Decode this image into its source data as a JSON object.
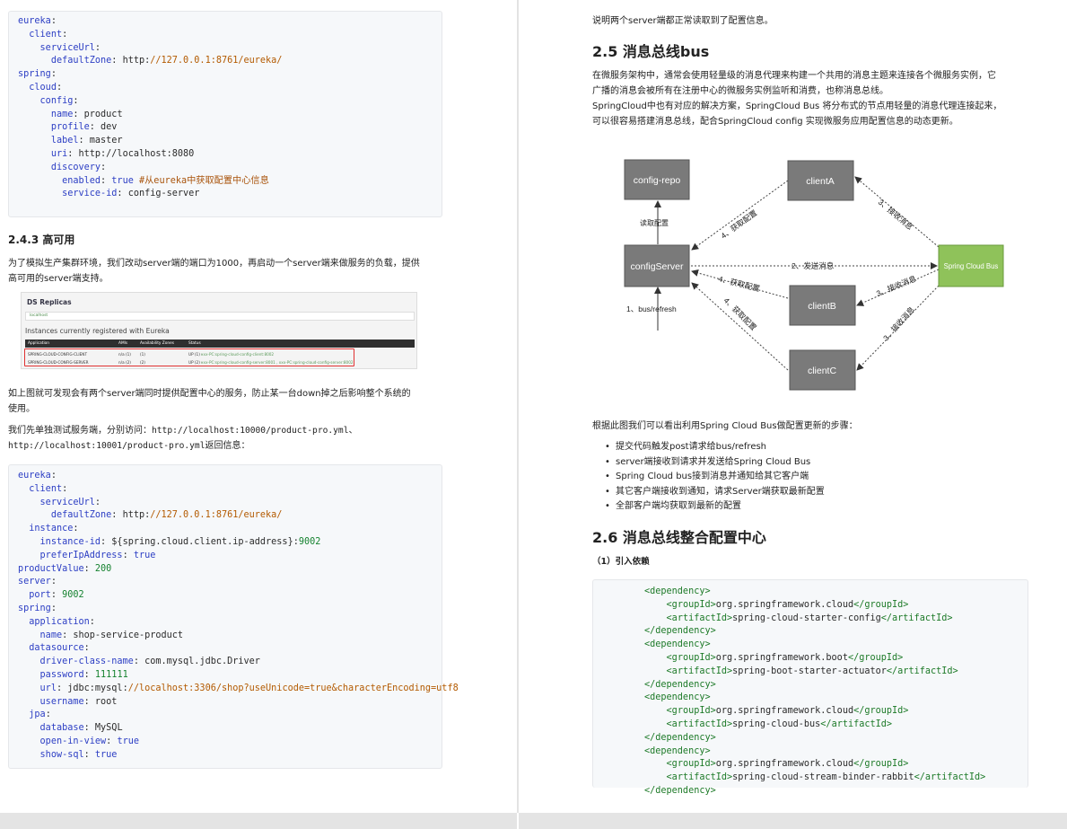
{
  "left": {
    "code1": [
      "eureka:",
      "  client:",
      "    serviceUrl:",
      "      defaultZone: http://127.0.0.1:8761/eureka/",
      "spring:",
      "  cloud:",
      "    config:",
      "      name: product",
      "      profile: dev",
      "      label: master",
      "      uri: http://localhost:8080",
      "      discovery:",
      "        enabled: true #从eureka中获取配置中心信息",
      "        service-id: config-server"
    ],
    "heading_243": "2.4.3 高可用",
    "para1_l1": "为了模拟生产集群环境，我们改动server端的端口为1000，再启动一个server端来做服务的负载，提供",
    "para1_l2": "高可用的server端支持。",
    "eureka_shot": {
      "title": "DS Replicas",
      "host": "localhost",
      "subtitle": "Instances currently registered with Eureka",
      "col_application": "Application",
      "col_amis": "AMIs",
      "col_zones": "Availability Zones",
      "col_status": "Status",
      "rows": [
        {
          "app": "SPRING-CLOUD-CONFIG-CLIENT",
          "amis": "n/a (1)",
          "zones": "(1)",
          "status": "UP (1) - ",
          "link": "xxx-PC:spring-cloud-config-client:8002"
        },
        {
          "app": "SPRING-CLOUD-CONFIG-SERVER",
          "amis": "n/a (2)",
          "zones": "(2)",
          "status": "UP (2) - ",
          "link": "xxx-PC:spring-cloud-config-server:8001 , xxx-PC:spring-cloud-config-server:8002"
        }
      ]
    },
    "para2_l1": "如上图就可发现会有两个server端同时提供配置中心的服务，防止某一台down掉之后影响整个系统的",
    "para2_l2": "使用。",
    "para3_pre": "我们先单独测试服务端，分别访问：",
    "para3_url1": "http://localhost:10000/product-pro.yml",
    "para3_sep": "、",
    "para3_url2": "http://localhost:10001/product-pro.yml",
    "para3_post": "返回信息：",
    "code2": [
      "eureka:",
      "  client:",
      "    serviceUrl:",
      "      defaultZone: http://127.0.0.1:8761/eureka/",
      "  instance:",
      "    instance-id: ${spring.cloud.client.ip-address}:9002",
      "    preferIpAddress: true",
      "productValue: 200",
      "server:",
      "  port: 9002",
      "spring:",
      "  application:",
      "    name: shop-service-product",
      "  datasource:",
      "    driver-class-name: com.mysql.jdbc.Driver",
      "    password: 111111",
      "    url: jdbc:mysql://localhost:3306/shop?useUnicode=true&characterEncoding=utf8",
      "    username: root",
      "  jpa:",
      "    database: MySQL",
      "    open-in-view: true",
      "    show-sql: true"
    ]
  },
  "right": {
    "top_line": "说明两个server端都正常读取到了配置信息。",
    "heading_25": "2.5 消息总线bus",
    "intro_l1": "在微服务架构中，通常会使用轻量级的消息代理来构建一个共用的消息主题来连接各个微服务实例，它",
    "intro_l2": "广播的消息会被所有在注册中心的微服务实例监听和消费，也称消息总线。",
    "intro_l3": "SpringCloud中也有对应的解决方案，SpringCloud Bus 将分布式的节点用轻量的消息代理连接起来，",
    "intro_l4": "可以很容易搭建消息总线，配合SpringCloud config 实现微服务应用配置信息的动态更新。",
    "diagram": {
      "config_repo": "config-repo",
      "config_server": "configServer",
      "client_a": "clientA",
      "client_b": "clientB",
      "client_c": "clientC",
      "bus": "Spring Cloud Bus",
      "read_config": "读取配置",
      "refresh": "1、bus/refresh",
      "send_msg": "2、发送消息",
      "recv_a": "3、接收消息",
      "recv_b": "3、接收消息",
      "recv_c": "3、接收消息",
      "get_a": "4、获取配置",
      "get_b": "4、获取配置",
      "get_c": "4、获取配置"
    },
    "steps_intro": "根据此图我们可以看出利用Spring Cloud Bus做配置更新的步骤：",
    "steps": [
      "提交代码触发post请求给bus/refresh",
      "server端接收到请求并发送给Spring Cloud Bus",
      "Spring Cloud bus接到消息并通知给其它客户端",
      "其它客户端接收到通知，请求Server端获取最新配置",
      "全部客户端均获取到最新的配置"
    ],
    "heading_26": "2.6 消息总线整合配置中心",
    "sub_1": "（1）引入依赖",
    "deps": [
      {
        "group": "org.springframework.cloud",
        "artifact": "spring-cloud-starter-config"
      },
      {
        "group": "org.springframework.boot",
        "artifact": "spring-boot-starter-actuator"
      },
      {
        "group": "org.springframework.cloud",
        "artifact": "spring-cloud-bus"
      },
      {
        "group": "org.springframework.cloud",
        "artifact": "spring-cloud-stream-binder-rabbit"
      }
    ],
    "tag_dep_open": "<dependency>",
    "tag_dep_close": "</dependency>",
    "tag_g_open": "<groupId>",
    "tag_g_close": "</groupId>",
    "tag_a_open": "<artifactId>",
    "tag_a_close": "</artifactId>"
  },
  "colors": {
    "yaml_key": "#2c3ec4",
    "yaml_number": "#15822f",
    "xml_tag": "#1d7a28",
    "diagram_box": "#7a7a7a",
    "bus_box": "#8fc25a"
  }
}
